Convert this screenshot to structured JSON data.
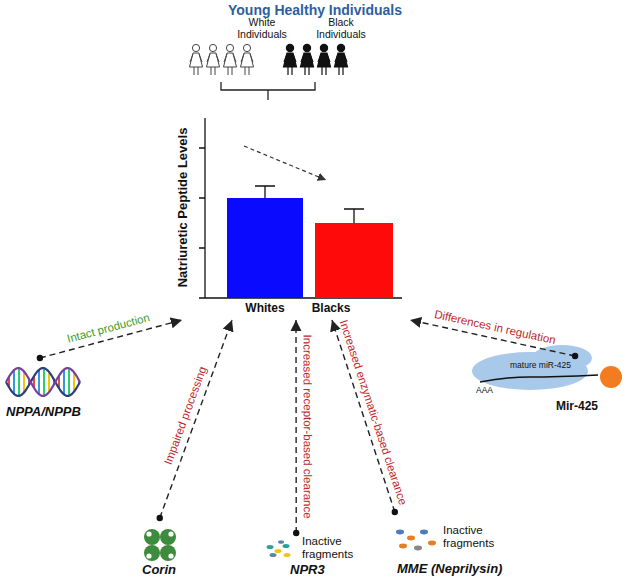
{
  "diagram": {
    "title": "Young Healthy Individuals",
    "nodes": [
      {
        "text": [
          "Natriuretic Peptide Levels"
        ]
      },
      {
        "text": [
          "NPPA/NPPB"
        ]
      },
      {
        "text": [
          "Corin"
        ]
      },
      {
        "text": [
          "Inactive fragments",
          "NPR3"
        ]
      },
      {
        "text": [
          "Inactive fragments",
          "MME (Neprilysin)"
        ]
      },
      {
        "text": [
          "mature miR-425",
          "AAA",
          "Mir-425"
        ]
      }
    ],
    "edges": [
      {
        "from": 1,
        "to": 0,
        "label": "Intact production",
        "arrow": "to"
      },
      {
        "from": 2,
        "to": 0,
        "label": "Impaired processing",
        "arrow": "to"
      },
      {
        "from": 3,
        "to": 0,
        "label": "Increased receptor-based clearance",
        "arrow": "to"
      },
      {
        "from": 4,
        "to": 0,
        "label": "Increased enzymatic-based clearance",
        "arrow": "to"
      },
      {
        "from": 5,
        "to": 0,
        "label": "Differences in regulation",
        "arrow": "to"
      }
    ],
    "labels": [
      "White Individuals",
      "Black Individuals",
      "Whites",
      "Blacks"
    ]
  }
}
